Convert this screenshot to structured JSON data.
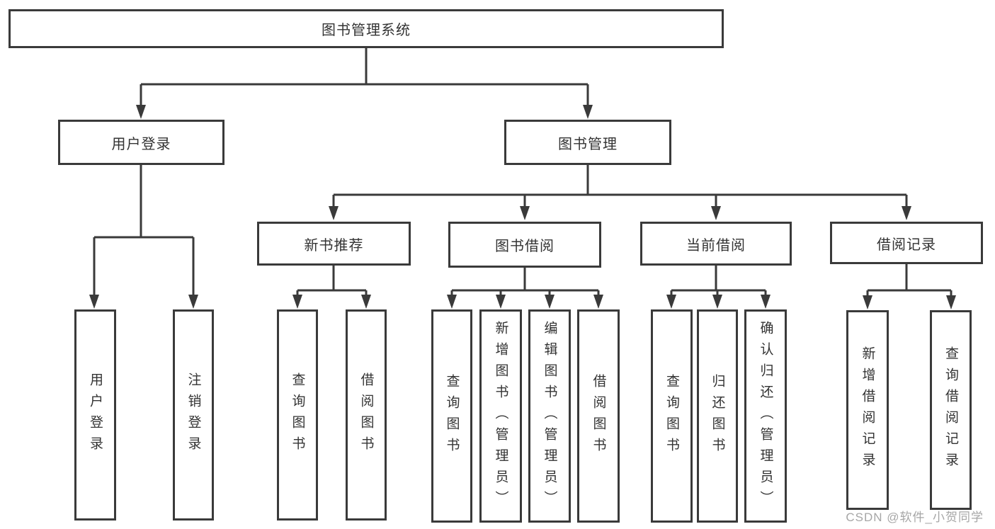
{
  "tree": {
    "label": "图书管理系统",
    "children": [
      {
        "label": "用户登录",
        "children": [
          {
            "label": "用户登录"
          },
          {
            "label": "注销登录"
          }
        ]
      },
      {
        "label": "图书管理",
        "children": [
          {
            "label": "新书推荐",
            "children": [
              {
                "label": "查询图书"
              },
              {
                "label": "借阅图书"
              }
            ]
          },
          {
            "label": "图书借阅",
            "children": [
              {
                "label": "查询图书"
              },
              {
                "label": "新增图书（管理员）"
              },
              {
                "label": "编辑图书（管理员）"
              },
              {
                "label": "借阅图书"
              }
            ]
          },
          {
            "label": "当前借阅",
            "children": [
              {
                "label": "查询图书"
              },
              {
                "label": "归还图书"
              },
              {
                "label": "确认归还（管理员）"
              }
            ]
          },
          {
            "label": "借阅记录",
            "children": [
              {
                "label": "新增借阅记录"
              },
              {
                "label": "查询借阅记录"
              }
            ]
          }
        ]
      }
    ]
  },
  "watermark": "CSDN @软件_小贺同学",
  "colors": {
    "line": "#3a3a3a",
    "text": "#333333",
    "background": "#ffffff",
    "watermark": "#a6a6a6"
  }
}
